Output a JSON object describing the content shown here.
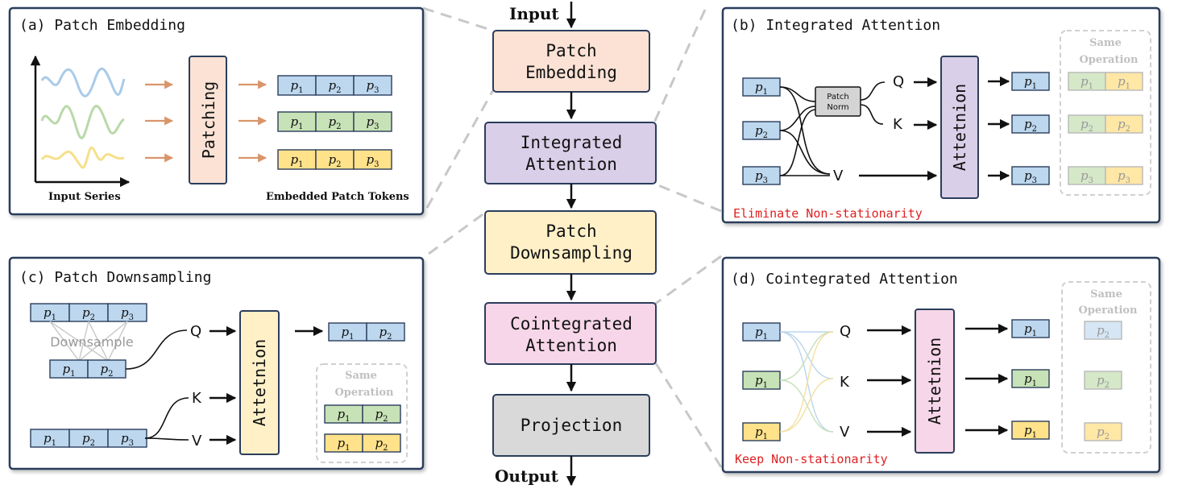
{
  "main_flow": {
    "input_label": "Input",
    "output_label": "Output",
    "blocks": [
      {
        "lines": [
          "Patch",
          "Embedding"
        ],
        "color": "#fbe2d5"
      },
      {
        "lines": [
          "Integrated",
          "Attention"
        ],
        "color": "#d9cfe8"
      },
      {
        "lines": [
          "Patch",
          "Downsampling"
        ],
        "color": "#fff0c8"
      },
      {
        "lines": [
          "Cointegrated",
          "Attention"
        ],
        "color": "#f6d6e8"
      },
      {
        "lines": [
          "Projection"
        ],
        "color": "#d9d9d9"
      }
    ]
  },
  "panel_a": {
    "title": "(a) Patch Embedding",
    "patching_label": "Patching",
    "input_series_label": "Input Series",
    "tokens_label": "Embedded Patch Tokens",
    "series_colors": [
      "#a9cbe8",
      "#b9d9a9",
      "#f5e08a"
    ],
    "token_rows": [
      {
        "color": "#bcd7ee",
        "tokens": [
          "p1",
          "p2",
          "p3"
        ]
      },
      {
        "color": "#c7e2b6",
        "tokens": [
          "p1",
          "p2",
          "p3"
        ]
      },
      {
        "color": "#ffe28a",
        "tokens": [
          "p1",
          "p2",
          "p3"
        ]
      }
    ]
  },
  "panel_b": {
    "title": "(b) Integrated Attention",
    "inputs": [
      "p1",
      "p2",
      "p3"
    ],
    "patch_norm": [
      "Patch",
      "Norm"
    ],
    "q": "Q",
    "k": "K",
    "v": "V",
    "attention_label": "Attetnion",
    "outputs": [
      "p1",
      "p2",
      "p3"
    ],
    "same_operation": [
      "Same",
      "Operation"
    ],
    "same_rows": [
      {
        "tokens": [
          "p1",
          "p1"
        ],
        "colors": [
          "#d5e8c8",
          "#ffe7a6"
        ]
      },
      {
        "tokens": [
          "p2",
          "p2"
        ],
        "colors": [
          "#d5e8c8",
          "#ffe7a6"
        ]
      },
      {
        "tokens": [
          "p3",
          "p3"
        ],
        "colors": [
          "#d5e8c8",
          "#ffe7a6"
        ]
      }
    ],
    "note": "Eliminate Non-stationarity",
    "note_color": "#e02020"
  },
  "panel_c": {
    "title": "(c) Patch Downsampling",
    "top_tokens": [
      "p1",
      "p2",
      "p3"
    ],
    "downsample_label": "Downsample",
    "mid_tokens": [
      "p1",
      "p2"
    ],
    "bottom_tokens": [
      "p1",
      "p2",
      "p3"
    ],
    "q": "Q",
    "k": "K",
    "v": "V",
    "attention_label": "Attetnion",
    "output_tokens": [
      "p1",
      "p2"
    ],
    "same_operation": [
      "Same",
      "Operation"
    ],
    "same_rows": [
      {
        "tokens": [
          "p1",
          "p2"
        ],
        "color": "#c7e2b6"
      },
      {
        "tokens": [
          "p1",
          "p2"
        ],
        "color": "#ffe28a"
      }
    ]
  },
  "panel_d": {
    "title": "(d) Cointegrated Attention",
    "inputs": [
      {
        "token": "p1",
        "color": "#bcd7ee"
      },
      {
        "token": "p1",
        "color": "#c7e2b6"
      },
      {
        "token": "p1",
        "color": "#ffe28a"
      }
    ],
    "q": "Q",
    "k": "K",
    "v": "V",
    "attention_label": "Attetnion",
    "outputs": [
      {
        "token": "p1",
        "color": "#bcd7ee"
      },
      {
        "token": "p1",
        "color": "#c7e2b6"
      },
      {
        "token": "p1",
        "color": "#ffe28a"
      }
    ],
    "same_operation": [
      "Same",
      "Operation"
    ],
    "same_tokens": [
      {
        "token": "p2",
        "color": "#d6e6f4"
      },
      {
        "token": "p2",
        "color": "#d5e8c8"
      },
      {
        "token": "p2",
        "color": "#ffe7a6"
      }
    ],
    "note": "Keep Non-stationarity",
    "note_color": "#e02020"
  }
}
